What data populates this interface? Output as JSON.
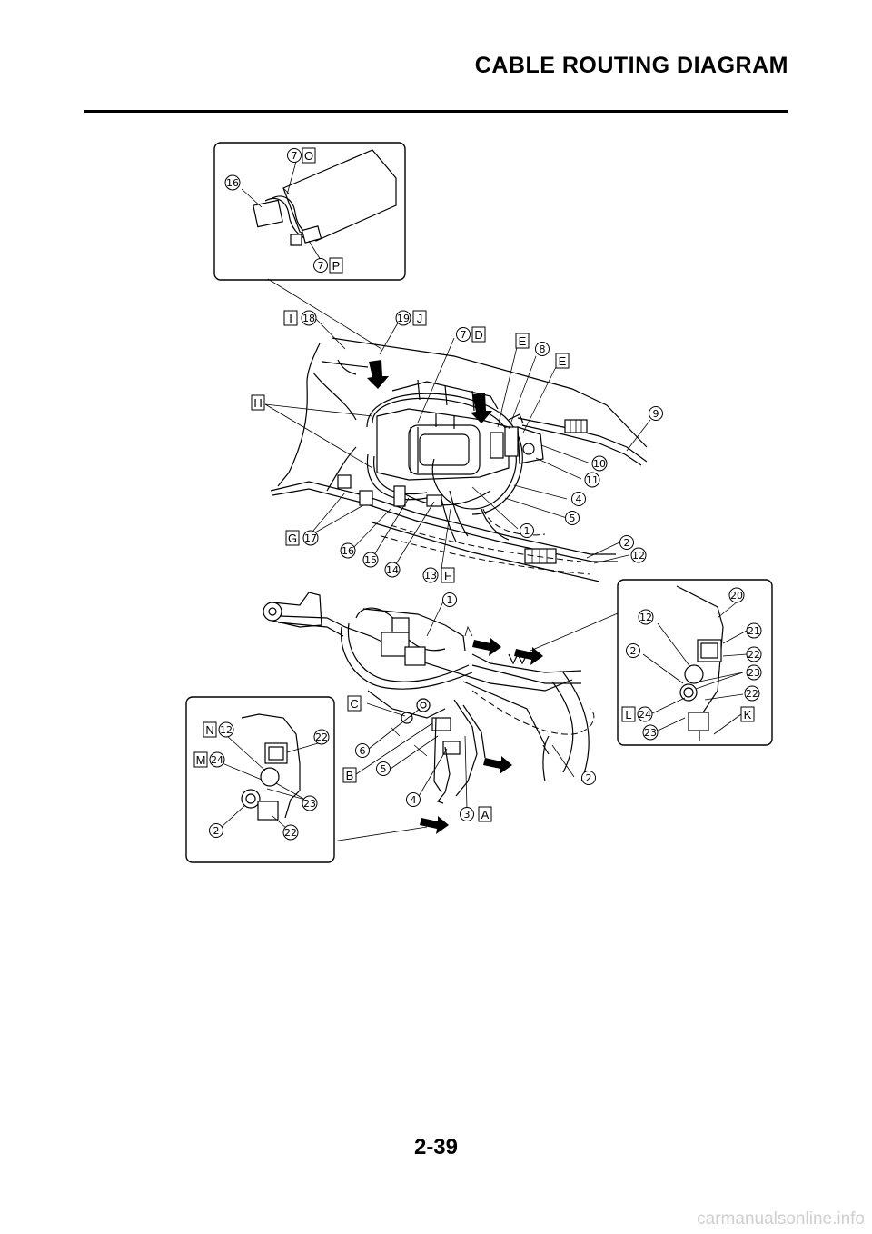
{
  "header": {
    "title": "CABLE ROUTING DIAGRAM"
  },
  "footer": {
    "page_number": "2-39",
    "watermark": "carmanualsonline.info"
  },
  "labels": {
    "n1": "1",
    "n2": "2",
    "n3": "3",
    "n4": "4",
    "n5": "5",
    "n6": "6",
    "n7": "7",
    "n8": "8",
    "n9": "9",
    "n10": "10",
    "n11": "11",
    "n12": "12",
    "n13": "13",
    "n14": "14",
    "n15": "15",
    "n16": "16",
    "n17": "17",
    "n18": "18",
    "n19": "19",
    "n20": "20",
    "n21": "21",
    "n22": "22",
    "n23": "23",
    "n24": "24",
    "lA": "A",
    "lB": "B",
    "lC": "C",
    "lD": "D",
    "lE": "E",
    "lF": "F",
    "lG": "G",
    "lH": "H",
    "lI": "I",
    "lJ": "J",
    "lK": "K",
    "lL": "L",
    "lM": "M",
    "lN": "N",
    "lO": "O",
    "lP": "P"
  },
  "colors": {
    "ink": "#000000",
    "paper": "#ffffff",
    "watermark": "#cfcfcf"
  }
}
